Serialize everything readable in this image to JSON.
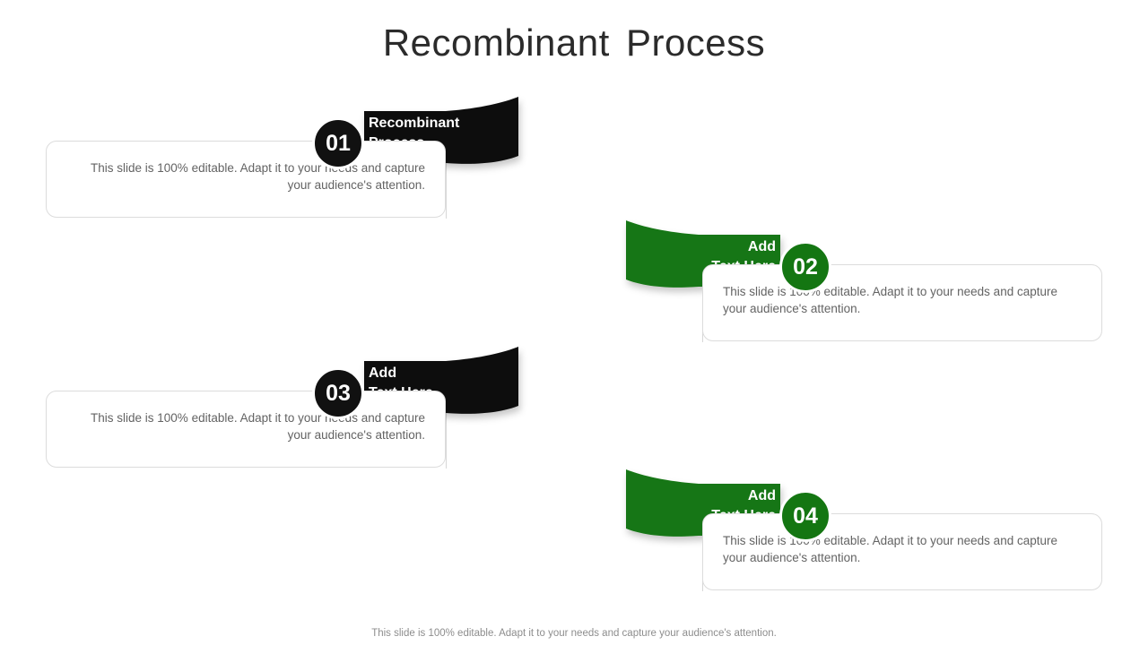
{
  "slide": {
    "title": "Recombinant  Process",
    "footer": "This slide is 100% editable. Adapt it to your needs and capture your audience's attention.",
    "colors": {
      "dark": "#111111",
      "green": "#147612",
      "title_text": "#2b2b2b",
      "body_text": "#636363",
      "box_border": "#dcdcdc",
      "connector": "#d7d7d7"
    }
  },
  "steps": [
    {
      "number": "01",
      "side": "left",
      "accent": "dark",
      "ribbon_title": "Recombinant\nProcess",
      "description": "This slide is 100% editable. Adapt it to your needs and capture your audience's attention."
    },
    {
      "number": "02",
      "side": "right",
      "accent": "green",
      "ribbon_title": "Add\nText Here",
      "description": "This slide is 100% editable. Adapt it to your needs and capture your audience's attention."
    },
    {
      "number": "03",
      "side": "left",
      "accent": "dark",
      "ribbon_title": "Add\nText Here",
      "description": "This slide is 100% editable. Adapt it to your needs and capture your audience's attention."
    },
    {
      "number": "04",
      "side": "right",
      "accent": "green",
      "ribbon_title": "Add\nText Here",
      "description": "This slide is 100% editable. Adapt it to your needs and capture your audience's attention."
    }
  ]
}
